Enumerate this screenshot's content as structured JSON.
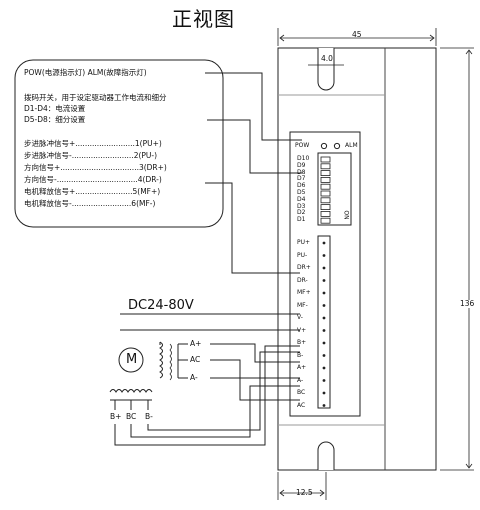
{
  "title": "正视图",
  "notes": {
    "pow_alm": "POW(电源指示灯)   ALM(故障指示灯)",
    "dip_desc": "拨码开关，用于设定驱动器工作电流和细分",
    "d1_d4": "D1-D4：电流设置",
    "d5_d8": "D5-D8：细分设置",
    "signals": [
      "步进脉冲信号+.........................1(PU+)",
      "步进脉冲信号-..........................2(PU-)",
      "方向信号+.................................3(DR+)",
      "方向信号-..................................4(DR-)",
      "电机释放信号+........................5(MF+)",
      "电机释放信号-.........................6(MF-)"
    ]
  },
  "panel": {
    "pow": "POW",
    "alm": "ALM",
    "dip_labels": [
      "D10",
      "D9",
      "D8",
      "D7",
      "D6",
      "D5",
      "D4",
      "D3",
      "D2",
      "D1"
    ],
    "on": "ON",
    "terminals": [
      "PU+",
      "PU-",
      "DR+",
      "DR-",
      "MF+",
      "MF-",
      "V-",
      "V+",
      "B+",
      "B-",
      "A+",
      "A-",
      "BC",
      "AC"
    ]
  },
  "dims": {
    "width": "45",
    "hole_offset": "4.0",
    "height": "136",
    "bottom": "12.5"
  },
  "power": "DC24-80V",
  "motor": {
    "symbol": "M",
    "a_plus": "A+",
    "ac": "AC",
    "a_minus": "A-",
    "b_plus": "B+",
    "bc": "BC",
    "b_minus": "B-"
  }
}
